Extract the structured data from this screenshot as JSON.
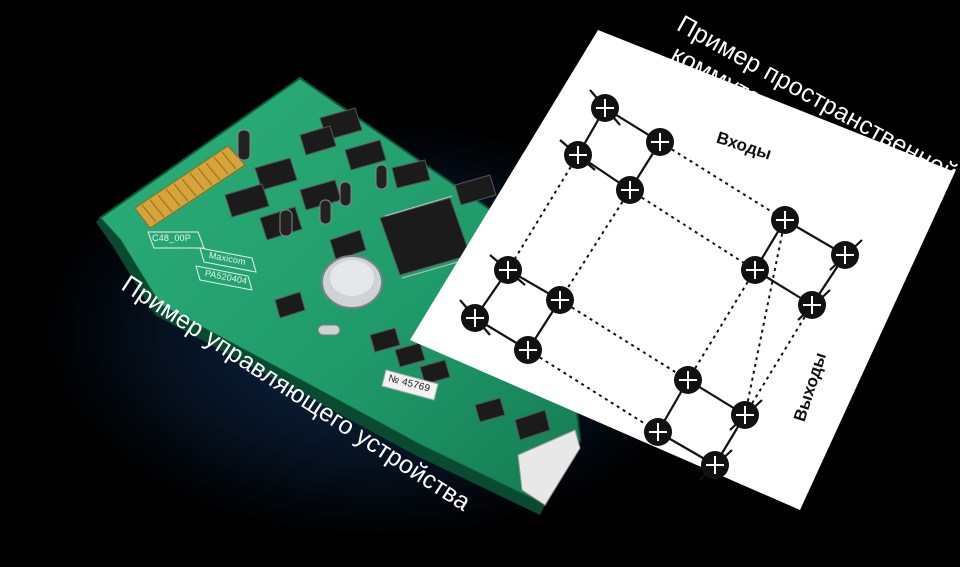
{
  "captions": {
    "board": "Пример управляющего устройства",
    "matrix_line1": "Пример пространственной",
    "matrix_line2": "коммутационной матрицы"
  },
  "matrix": {
    "inputs_label": "Входы",
    "outputs_label": "Выходы"
  },
  "board": {
    "label_model": "C48_00P",
    "label_brand": "Maxicom",
    "label_part": "PA520404",
    "serial": "№ 45769"
  },
  "colors": {
    "pcb": "#1f9a6a",
    "pcb_dark": "#147a52",
    "gold": "#d6a43a",
    "chip": "#1b1b1b",
    "background": "#000000"
  }
}
